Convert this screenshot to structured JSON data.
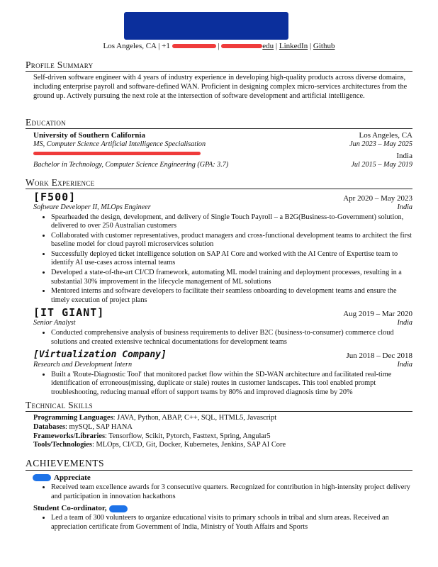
{
  "contact": {
    "location": "Los Angeles, CA",
    "phone_prefix": "+1",
    "email_suffix": "edu",
    "linkedin": "LinkedIn",
    "github": "Github"
  },
  "profile": {
    "title": "Profile Summary",
    "text": "Self-driven software engineer with 4 years of industry experience in developing high-quality products across diverse domains, including enterprise payroll and software-defined WAN. Proficient in designing complex micro-services architectures from the ground up. Actively pursuing the next role at the intersection of software development and artificial intelligence."
  },
  "education": {
    "title": "Education",
    "items": [
      {
        "school": "University of Southern California",
        "location": "Los Angeles, CA",
        "degree": "MS, Computer Science Artificial Intelligence Specialisation",
        "dates": "Jun 2023 – May 2025"
      },
      {
        "school": "",
        "location": "India",
        "degree": "Bachelor in Technology, Computer Science Engineering (GPA: 3.7)",
        "dates": "Jul 2015 – May 2019"
      }
    ]
  },
  "experience": {
    "title": "Work Experience",
    "jobs": [
      {
        "company": "[F500]",
        "dates": "Apr 2020 – May 2023",
        "role": "Software Developer II, MLOps Engineer",
        "location": "India",
        "bullets": [
          "Spearheaded the design, development, and delivery of Single Touch Payroll – a B2G(Business-to-Government) solution, delivered to over 250 Australian customers",
          "Collaborated with customer representatives, product managers and cross-functional development teams to architect the first baseline model for cloud payroll microservices solution",
          "Successfully deployed ticket intelligence solution on SAP AI Core and worked with the AI Centre of Expertise team to identify AI use-cases across internal teams",
          "Developed a state-of-the-art CI/CD framework, automating ML model training and deployment processes, resulting in a substantial 30% improvement in the lifecycle management of ML solutions",
          "Mentored interns and software developers to facilitate their seamless onboarding to development teams and ensure the timely execution of project plans"
        ]
      },
      {
        "company": "[IT GIANT]",
        "dates": "Aug 2019 – Mar 2020",
        "role": "Senior Analyst",
        "location": "India",
        "bullets": [
          "Conducted comprehensive analysis of business requirements to deliver B2C (business-to-consumer) commerce cloud solutions and created extensive technical documentations for development teams"
        ]
      },
      {
        "company": "[Virtualization Company]",
        "dates": "Jun 2018 – Dec 2018",
        "role": "Research and Development Intern",
        "location": "India",
        "bullets": [
          "Built a 'Route-Diagnostic Tool' that monitored packet flow within the SD-WAN architecture and facilitated real-time identification of erroneous(missing, duplicate or stale) routes in customer landscapes. This tool enabled prompt troubleshooting, reducing manual effort of support teams by 80% and improved diagnosis time by 20%"
        ]
      }
    ]
  },
  "skills": {
    "title": "Technical Skills",
    "rows": [
      {
        "label": "Programming Languages",
        "value": ": JAVA, Python, ABAP, C++, SQL, HTML5, Javascript"
      },
      {
        "label": "Databases",
        "value": ": mySQL, SAP HANA"
      },
      {
        "label": "Frameworks/Libraries",
        "value": ": Tensorflow, Scikit, Pytorch, Fasttext, Spring, Angular5"
      },
      {
        "label": "Tools/Technologies",
        "value": ": MLOps, CI/CD, Git, Docker, Kubernetes, Jenkins, SAP AI Core"
      }
    ]
  },
  "achievements": {
    "title": "ACHIEVEMENTS",
    "items": [
      {
        "title": "Appreciate",
        "bullet": "Received team excellence awards for 3 consecutive quarters. Recognized for contribution in high-intensity project delivery and participation in innovation hackathons"
      },
      {
        "title": "Student Co-ordinator,",
        "bullet": "Led a team of 300 volunteers to organize educational visits to primary schools in tribal and slum areas. Received an appreciation certificate from Government of India, Ministry of Youth Affairs and Sports"
      }
    ]
  },
  "colors": {
    "redaction_box": "#0b2f9c",
    "red_scribble": "#ef3b3b",
    "blue_blob": "#1e73e8"
  }
}
